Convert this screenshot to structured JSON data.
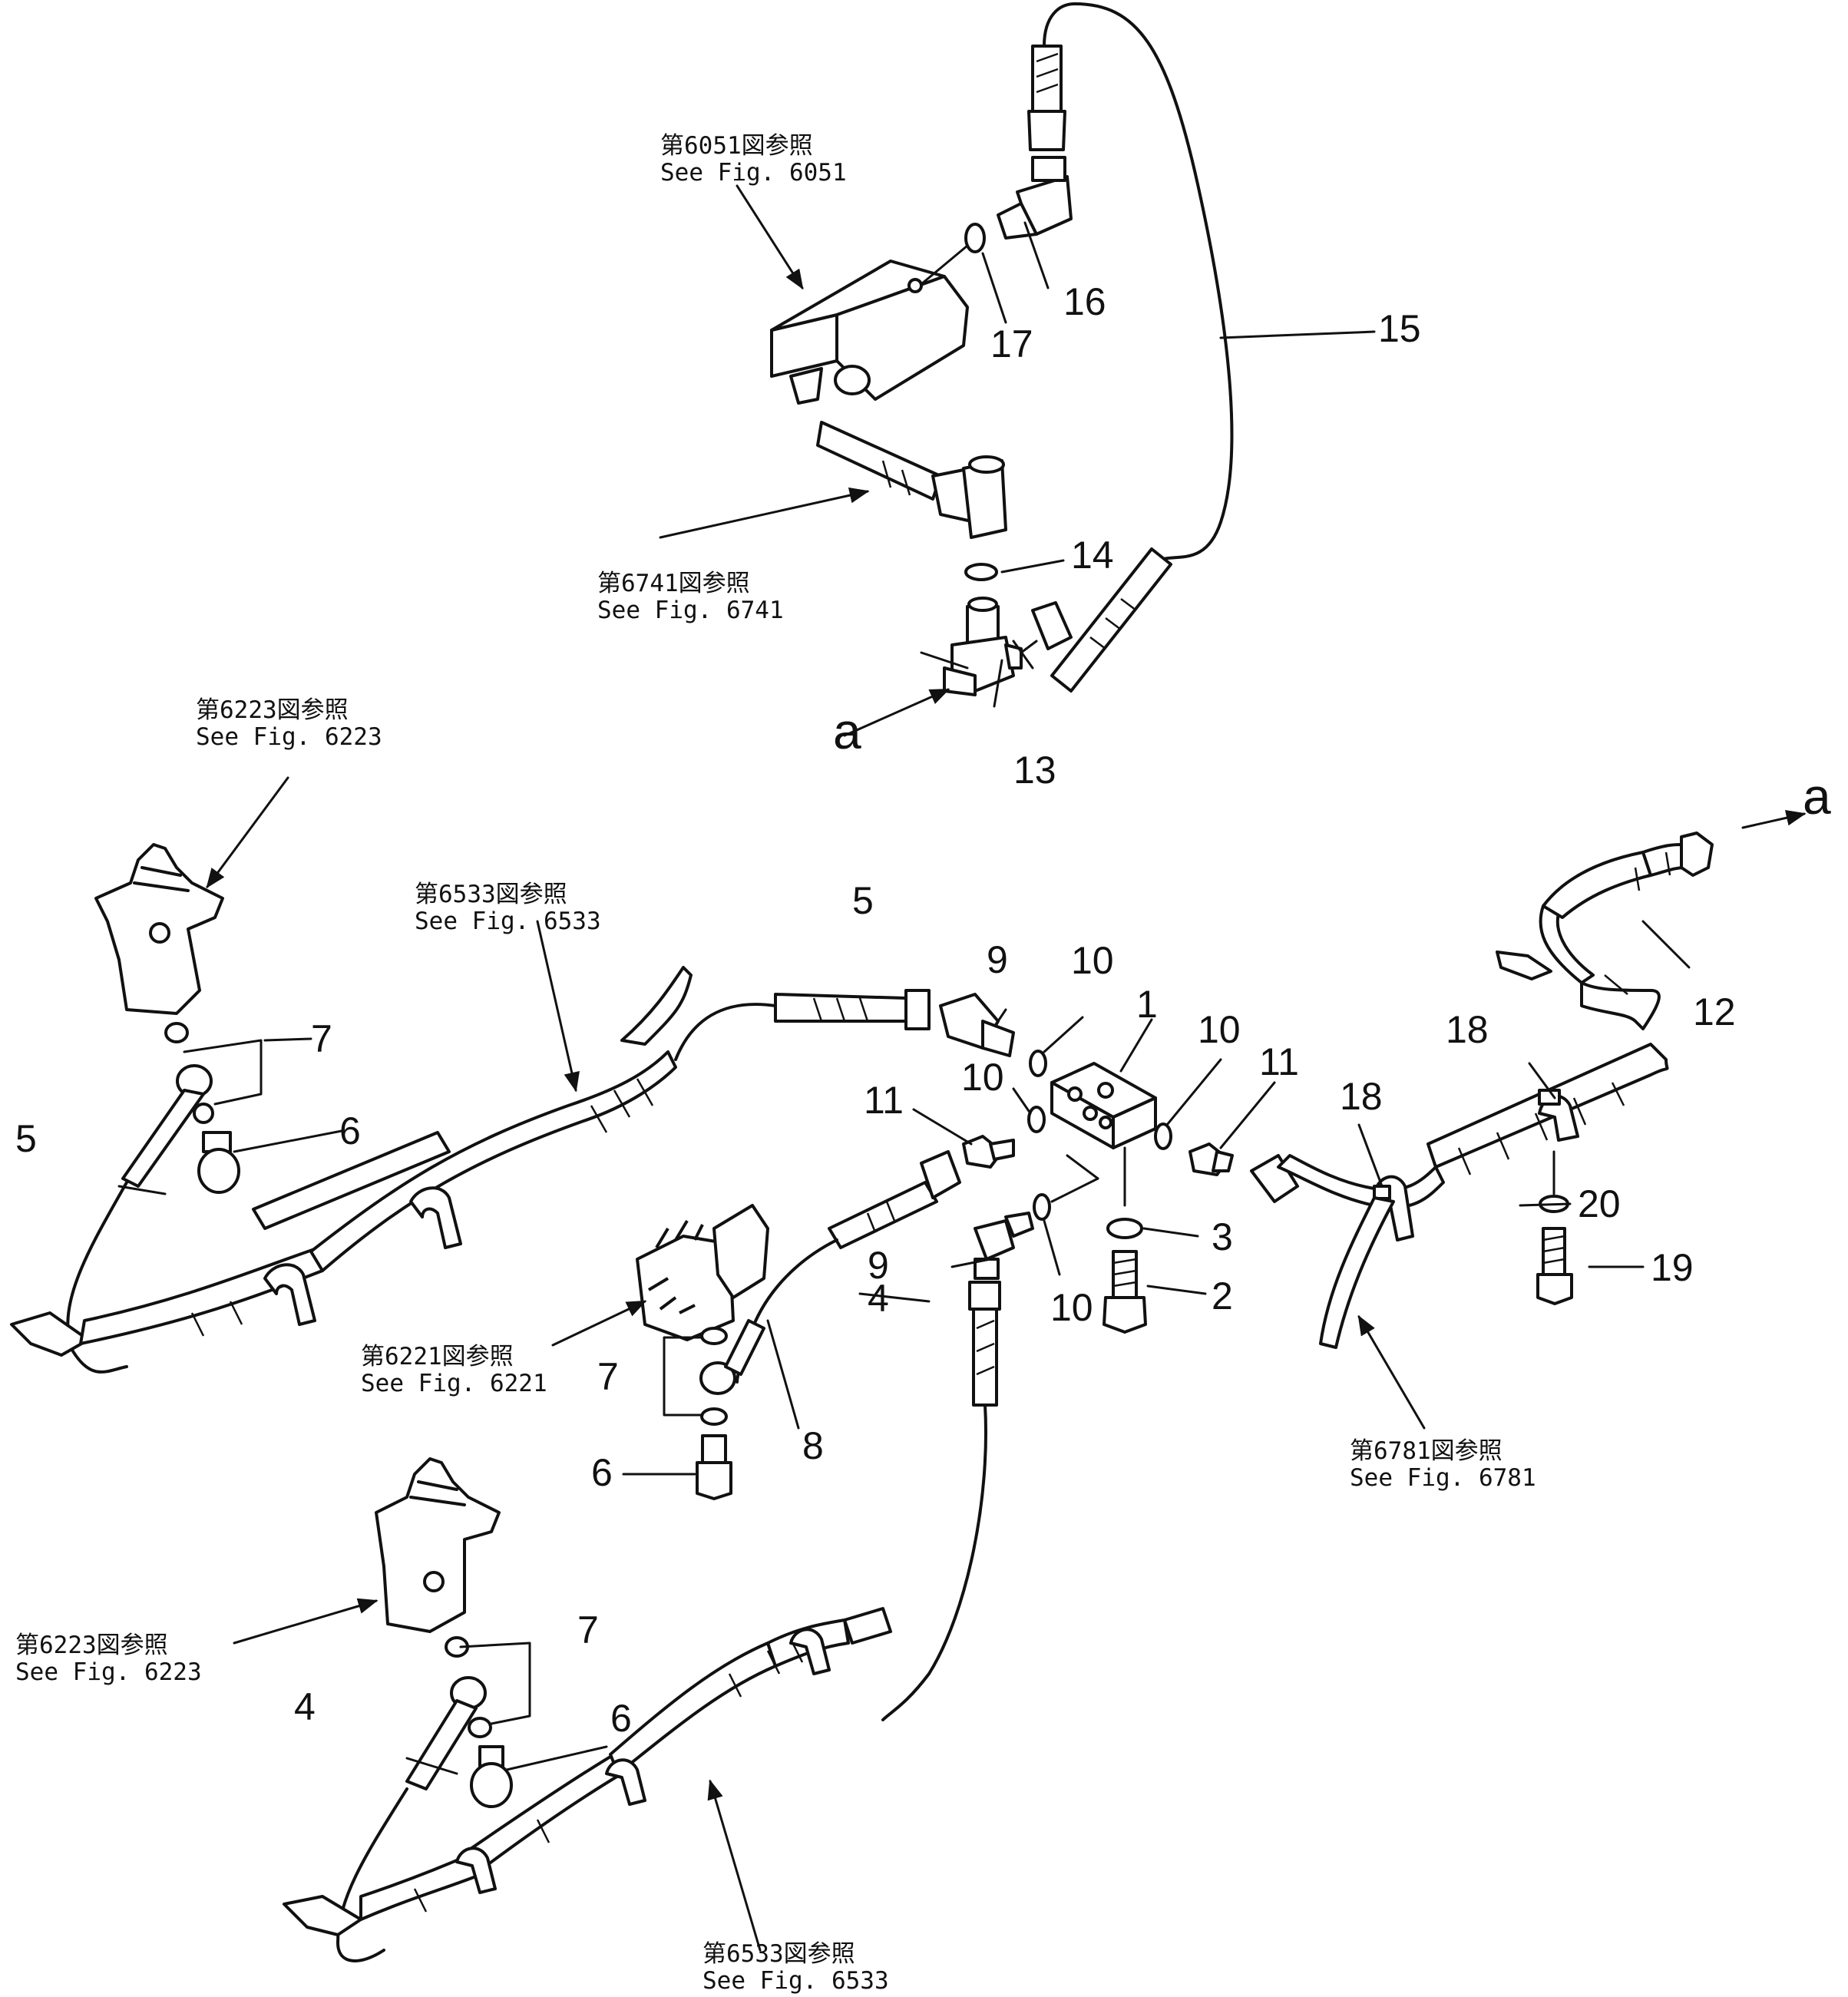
{
  "callouts": {
    "c1": "1",
    "c2": "2",
    "c3": "3",
    "c4a": "4",
    "c4b": "4",
    "c5a": "5",
    "c5b": "5",
    "c6a": "6",
    "c6b": "6",
    "c6c": "6",
    "c7a": "7",
    "c7b": "7",
    "c7c": "7",
    "c8": "8",
    "c9a": "9",
    "c9b": "9",
    "c10a": "10",
    "c10b": "10",
    "c10c": "10",
    "c10d": "10",
    "c11a": "11",
    "c11b": "11",
    "c12": "12",
    "c13": "13",
    "c14": "14",
    "c15": "15",
    "c16": "16",
    "c17": "17",
    "c18a": "18",
    "c18b": "18",
    "c19": "19",
    "c20": "20"
  },
  "connection_marks": {
    "a_left": "a",
    "a_right": "a"
  },
  "references": {
    "r6051": {
      "jp": "第6051図参照",
      "en": "See  Fig. 6051"
    },
    "r6741": {
      "jp": "第6741図参照",
      "en": "See  Fig. 6741"
    },
    "r6223a": {
      "jp": "第6223図参照",
      "en": "See  Fig. 6223"
    },
    "r6533a": {
      "jp": "第6533図参照",
      "en": "See  Fig. 6533"
    },
    "r6221": {
      "jp": "第6221図参照",
      "en": "See  Fig. 6221"
    },
    "r6781": {
      "jp": "第6781図参照",
      "en": "See  Fig. 6781"
    },
    "r6223b": {
      "jp": "第6223図参照",
      "en": "See  Fig. 6223"
    },
    "r6533b": {
      "jp": "第6533図参照",
      "en": "See  Fig. 6533"
    }
  },
  "colors": {
    "ink": "#111111",
    "paper": "#ffffff"
  }
}
